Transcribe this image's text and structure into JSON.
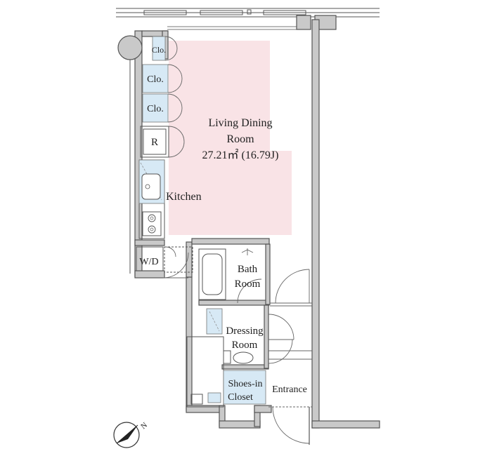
{
  "rooms": {
    "ldk_line1": "Living Dining",
    "ldk_line2": "Room",
    "ldk_area": "27.21㎡ (16.79J)",
    "kitchen": "Kitchen",
    "bath_line1": "Bath",
    "bath_line2": "Room",
    "dressing_line1": "Dressing",
    "dressing_line2": "Room",
    "shoes_line1": "Shoes-in",
    "shoes_line2": "Closet",
    "entrance": "Entrance",
    "wd": "W/D",
    "fridge": "R",
    "closet_1": "Clo.",
    "closet_2": "Clo.",
    "closet_3": "Clo."
  },
  "compass": {
    "label": "N"
  },
  "colors": {
    "ldk_fill": "#f9e3e6",
    "wet_area_fill": "#d7e9f5",
    "wall_fill": "#c9c9c9"
  }
}
